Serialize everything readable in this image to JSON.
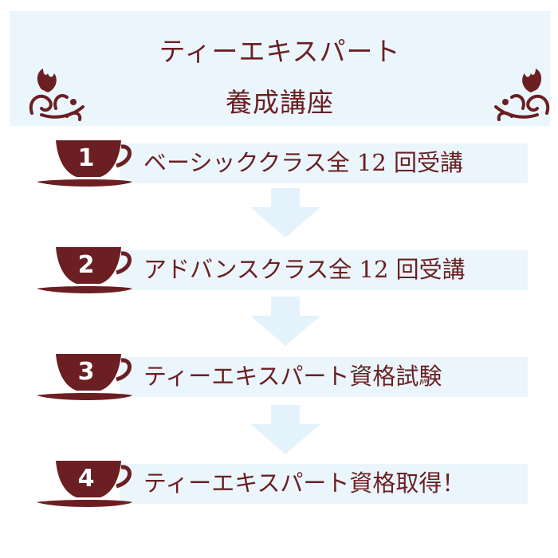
{
  "title": {
    "line1": "ティーエキスパート",
    "line2": "養成講座"
  },
  "steps": [
    {
      "number": "1",
      "label": "ベーシッククラス全 12 回受講"
    },
    {
      "number": "2",
      "label": "アドバンスクラス全 12 回受講"
    },
    {
      "number": "3",
      "label": "ティーエキスパート資格試験"
    },
    {
      "number": "4",
      "label": "ティーエキスパート資格取得！"
    }
  ],
  "colors": {
    "accent": "#6b1f22",
    "band": "#eaf6fc",
    "arrow": "#e4f2fb"
  },
  "icons": {
    "ornament": "floral-flourish-icon",
    "cup": "teacup-icon",
    "arrow": "arrow-down-icon"
  }
}
